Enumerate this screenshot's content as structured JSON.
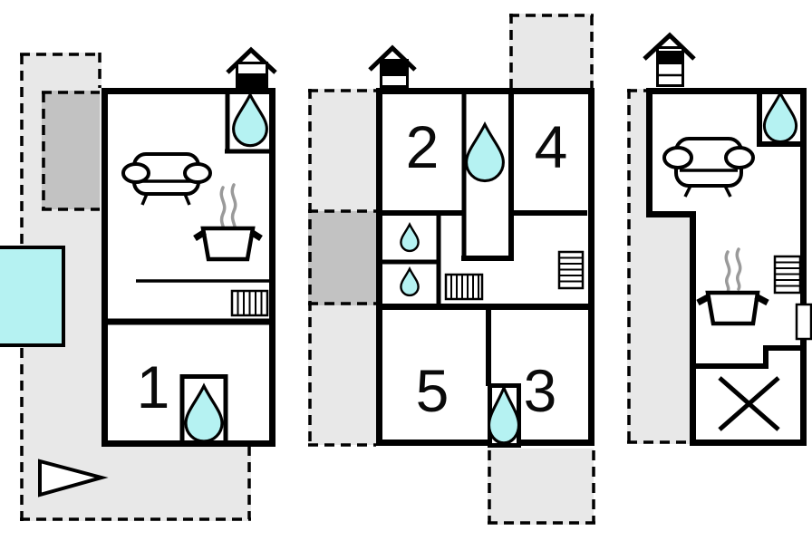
{
  "document": {
    "type": "floor-plan",
    "description": "Three-storey holiday house floor plans with numbered rooms"
  },
  "colors": {
    "wall": "#000000",
    "water_feature": "#b5f2f2",
    "terrace_light": "#e8e8e8",
    "terrace_shaded": "#c2c2c2",
    "steam": "#9a9a9a",
    "background": "#ffffff"
  },
  "icons": {
    "water_drop": "water-drop-icon",
    "chimney": "chimney-icon",
    "sofa": "sofa-icon",
    "stove_pot": "stove-pot-icon",
    "steam": "steam-icon",
    "radiator": "radiator-icon",
    "stairs": "stairs-icon",
    "cross": "cross-icon",
    "entrance_arrow": "entrance-arrow-icon",
    "pool": "pool",
    "window": "window"
  },
  "plans": [
    {
      "id": "floor-left",
      "rooms": [
        {
          "number": "1"
        }
      ]
    },
    {
      "id": "floor-middle",
      "rooms": [
        {
          "number": "2"
        },
        {
          "number": "4"
        },
        {
          "number": "5"
        },
        {
          "number": "3"
        }
      ]
    },
    {
      "id": "floor-right",
      "rooms": []
    }
  ]
}
